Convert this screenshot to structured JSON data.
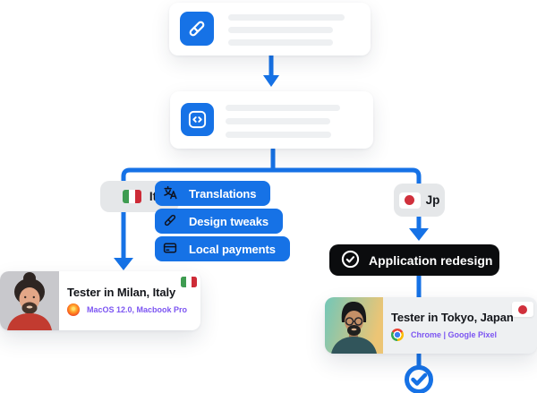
{
  "palette": {
    "accent_blue": "#1672e6",
    "task_black": "#0b0c0e",
    "device_purple": "#7c55f2",
    "badge_gray": "#e5e7e9",
    "italy_green": "#3f9c51",
    "italy_red": "#cd2b37",
    "japan_red": "#d0303c"
  },
  "flow": {
    "step1": {
      "icon": "brush-icon",
      "skeleton_lines": 3
    },
    "step2": {
      "icon": "code-icon",
      "skeleton_lines": 3
    }
  },
  "branch_left": {
    "badge": {
      "flag": "italy-flag-icon",
      "label": "It"
    },
    "tags": [
      {
        "icon": "translate-icon",
        "label": "Translations"
      },
      {
        "icon": "brush-icon",
        "label": "Design tweaks"
      },
      {
        "icon": "credit-card-icon",
        "label": "Local payments"
      }
    ],
    "tester_card": {
      "title": "Tester in Milan, Italy",
      "browser_icon": "firefox-icon",
      "device": "MacOS 12.0, Macbook Pro",
      "flag": "italy-flag-icon"
    }
  },
  "branch_right": {
    "badge": {
      "flag": "japan-flag-icon",
      "label": "Jp"
    },
    "task": {
      "icon": "check-circle-icon",
      "label": "Application redesign"
    },
    "tester_card": {
      "title": "Tester in Tokyo, Japan",
      "browser_icon": "chrome-icon",
      "device": "Chrome | Google Pixel",
      "flag": "japan-flag-icon"
    }
  }
}
